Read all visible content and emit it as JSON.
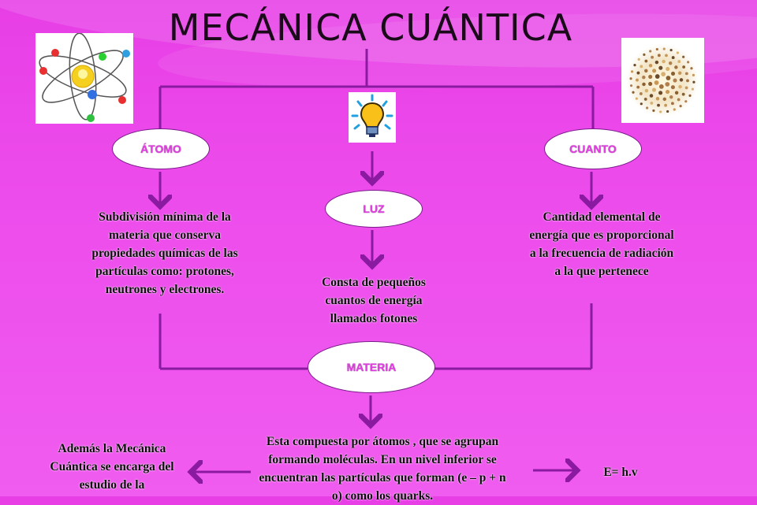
{
  "title": "MECÁNICA CUÁNTICA",
  "nodes": {
    "atomo": "ÁTOMO",
    "cuanto": "CUANTO",
    "luz": "LUZ",
    "materia": "MATERIA"
  },
  "texts": {
    "atomo_desc": "Subdivisión mínima de la materia que conserva propiedades químicas de las partículas como: protones, neutrones y electrones.",
    "cuanto_desc": "Cantidad elemental de energía que es proporcional a la frecuencia de radiación a la que pertenece",
    "luz_desc": "Consta de pequeños cuantos de energía llamados fotones",
    "materia_desc": "Esta compuesta por átomos , que se agrupan formando moléculas. En un nivel inferior se encuentran las partículas que forman (e – p + n o) como los quarks.",
    "left_desc": "Además la Mecánica Cuántica se encarga del estudio de la",
    "formula": "E= h.v"
  },
  "images": {
    "atom": "atom-icon",
    "bulb": "lightbulb-icon",
    "sphere": "particle-sphere-icon"
  },
  "colors": {
    "background": "#ea44e9",
    "line": "#8a1aa0",
    "node_text": "#e040e0"
  }
}
